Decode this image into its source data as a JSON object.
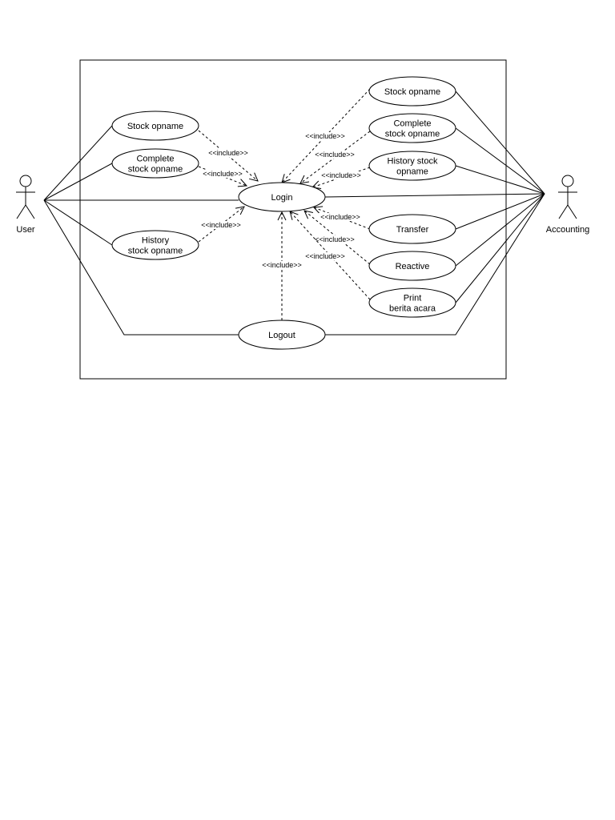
{
  "actors": {
    "user": {
      "label": "User"
    },
    "accounting": {
      "label": "Accounting"
    }
  },
  "use_cases": {
    "login": {
      "lines": [
        "Login"
      ]
    },
    "logout": {
      "lines": [
        "Logout"
      ]
    },
    "user_stock_opname": {
      "lines": [
        "Stock opname"
      ]
    },
    "user_complete_stock_opname": {
      "lines": [
        "Complete",
        "stock opname"
      ]
    },
    "user_history_stock_opname": {
      "lines": [
        "History",
        "stock opname"
      ]
    },
    "acc_stock_opname": {
      "lines": [
        "Stock opname"
      ]
    },
    "acc_complete_stock_opname": {
      "lines": [
        "Complete",
        "stock opname"
      ]
    },
    "acc_history_stock_opname": {
      "lines": [
        "History stock",
        "opname"
      ]
    },
    "acc_transfer": {
      "lines": [
        "Transfer"
      ]
    },
    "acc_reactive": {
      "lines": [
        "Reactive"
      ]
    },
    "acc_print_berita_acara": {
      "lines": [
        "Print",
        "berita acara"
      ]
    }
  },
  "include_label": "<<include>>",
  "colors": {
    "stroke": "#000000",
    "background": "#ffffff"
  }
}
